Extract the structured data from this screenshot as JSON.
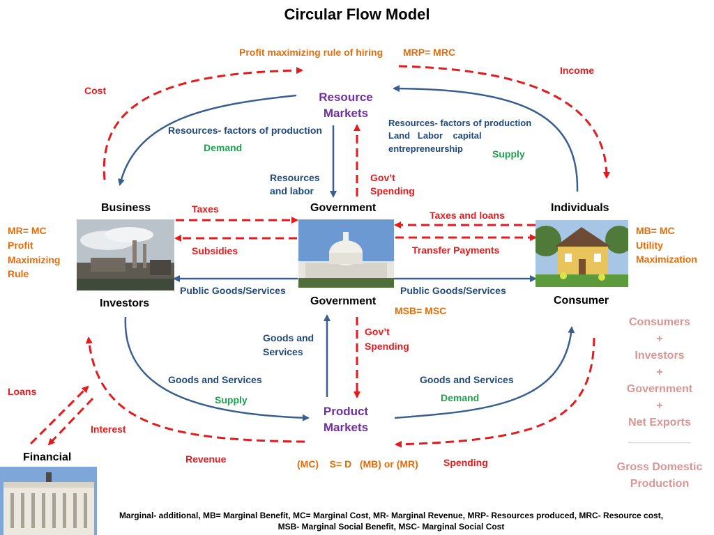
{
  "title": "Circular Flow Model",
  "top": {
    "hiring_rule": "Profit maximizing rule of hiring",
    "mrp": "MRP= MRC"
  },
  "resource_markets": "Resource Markets",
  "product_markets": "Product Markets",
  "labels": {
    "cost": "Cost",
    "income": "Income",
    "res_factors_left": "Resources- factors of production",
    "demand_top": "Demand",
    "res_factors_right_1": "Resources- factors of production",
    "res_factors_right_2": "Land   Labor    capital",
    "res_factors_right_3": "entrepreneurship",
    "supply_top": "Supply",
    "resources_labor_1": "Resources",
    "resources_labor_2": "and labor",
    "gov_spending_top_1": "Gov’t",
    "gov_spending_top_2": "Spending",
    "business": "Business",
    "taxes": "Taxes",
    "government_top": "Government",
    "taxes_loans": "Taxes and loans",
    "individuals": "Individuals",
    "mr_mc_1": "MR= MC",
    "mr_mc_2": "Profit",
    "mr_mc_3": "Maximizing",
    "mr_mc_4": "Rule",
    "subsidies": "Subsidies",
    "transfer_payments": "Transfer Payments",
    "mb_mc_1": "MB= MC",
    "mb_mc_2": "Utility",
    "mb_mc_3": "Maximization",
    "public_goods_left": "Public Goods/Services",
    "public_goods_right": "Public Goods/Services",
    "investors": "Investors",
    "government_bottom": "Government",
    "consumer": "Consumer",
    "msb_msc": "MSB= MSC",
    "goods_services_mid_1": "Goods and",
    "goods_services_mid_2": "Services",
    "gov_spending_bottom_1": "Gov’t",
    "gov_spending_bottom_2": "Spending",
    "goods_services_left": "Goods and Services",
    "supply_bottom": "Supply",
    "goods_services_right": "Goods and Services",
    "demand_bottom": "Demand",
    "loans": "Loans",
    "interest": "Interest",
    "financial": "Financial",
    "revenue": "Revenue",
    "equality": "(MC)    S= D   (MB) or (MR)",
    "spending": "Spending"
  },
  "gdp": {
    "consumers": "Consumers",
    "plus1": "+",
    "investors": "Investors",
    "plus2": "+",
    "government": "Government",
    "plus3": "+",
    "net_exports": "Net Exports",
    "line": "__________",
    "gdp_1": "Gross Domestic",
    "gdp_2": "Production"
  },
  "footnote": {
    "line1": "Marginal- additional, MB= Marginal Benefit, MC= Marginal Cost, MR- Marginal Revenue, MRP- Resources produced, MRC- Resource cost,",
    "line2": "MSB- Marginal Social Benefit, MSC- Marginal Social Cost"
  },
  "colors": {
    "blue_flow": "#3a5f8f",
    "red_flow": "#e41a1c",
    "orange": "#e46c0a",
    "green": "#1ea24f",
    "purple": "#7030a0",
    "pink": "#d99694"
  },
  "images": [
    "factory-image",
    "capitol-image",
    "house-image",
    "federal-reserve-image"
  ]
}
